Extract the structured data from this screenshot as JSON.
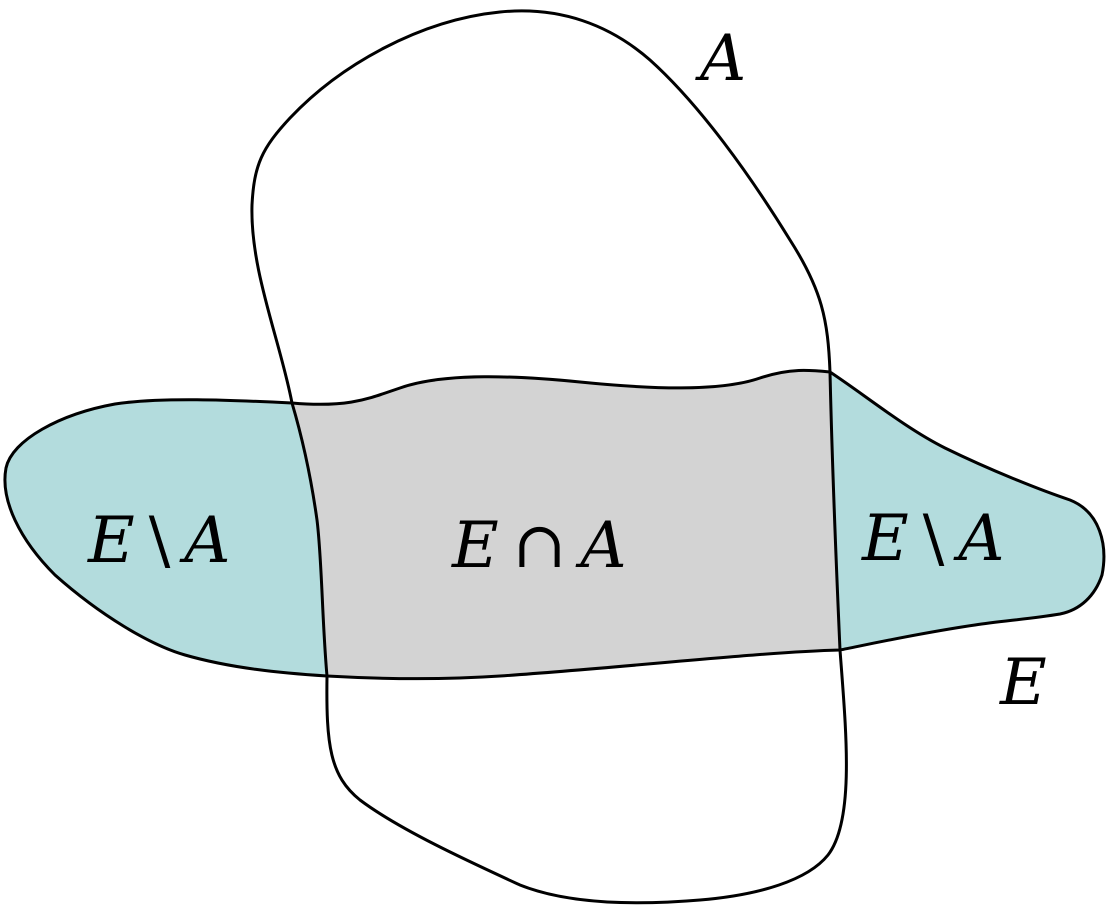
{
  "labels": {
    "set_a": "A",
    "set_e": "E",
    "left_difference": {
      "left": "E",
      "op": "\\",
      "right": "A"
    },
    "intersection": {
      "left": "E",
      "op": "∩",
      "right": "A"
    },
    "right_difference": {
      "left": "E",
      "op": "\\",
      "right": "A"
    }
  },
  "colors": {
    "difference_fill": "#b3dcdd",
    "intersection_fill": "#d3d3d3",
    "outline": "#000000",
    "background": "#ffffff"
  }
}
